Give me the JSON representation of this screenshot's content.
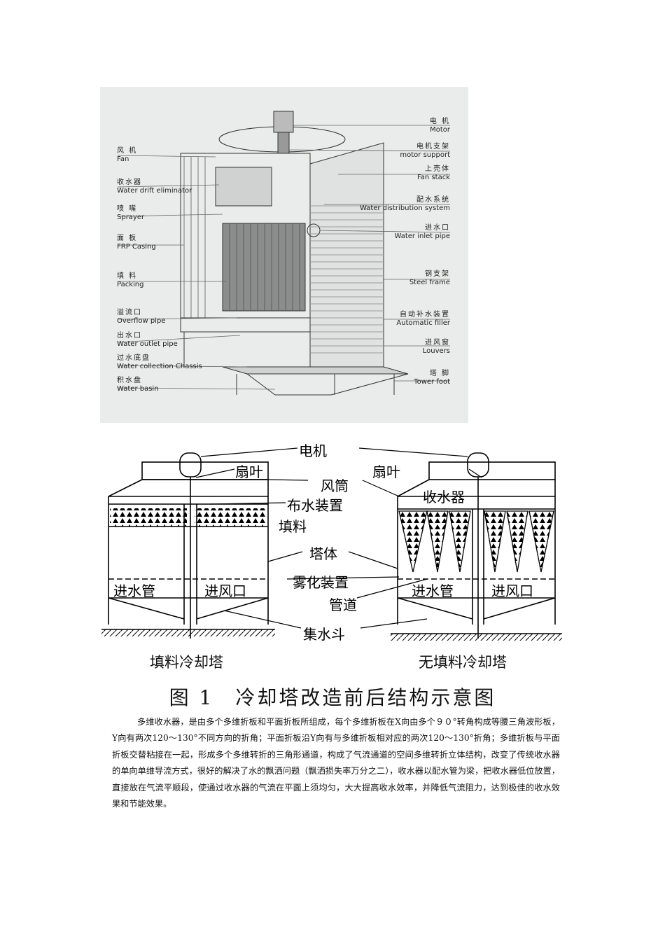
{
  "photo_labels": {
    "left": [
      {
        "zh": "风 机",
        "en": "Fan"
      },
      {
        "zh": "收水器",
        "en": "Water drift eliminator"
      },
      {
        "zh": "喷 嘴",
        "en": "Sprayer"
      },
      {
        "zh": "面 板",
        "en": "FRP Casing"
      },
      {
        "zh": "填 料",
        "en": "Packing"
      },
      {
        "zh": "溢流口",
        "en": "Overflow pipe"
      },
      {
        "zh": "出水口",
        "en": "Water outlet pipe"
      },
      {
        "zh": "过水底盘",
        "en": "Water collection Chassis"
      },
      {
        "zh": "积水盘",
        "en": "Water basin"
      }
    ],
    "right": [
      {
        "zh": "电 机",
        "en": "Motor"
      },
      {
        "zh": "电机支架",
        "en": "motor support"
      },
      {
        "zh": "上壳体",
        "en": "Fan stack"
      },
      {
        "zh": "配水系统",
        "en": "Water distribution system"
      },
      {
        "zh": "进水口",
        "en": "Water inlet pipe"
      },
      {
        "zh": "钢支架",
        "en": "Steel frame"
      },
      {
        "zh": "自动补水装置",
        "en": "Automatic filler"
      },
      {
        "zh": "进风窗",
        "en": "Louvers"
      },
      {
        "zh": "塔 脚",
        "en": "Tower foot"
      }
    ]
  },
  "diagram_labels": {
    "motor": "电机",
    "fan_left": "扇叶",
    "fan_right": "扇叶",
    "stack": "风筒",
    "distributor": "布水装置",
    "eliminator": "收水器",
    "packing": "填料",
    "tower": "塔体",
    "atomizer": "雾化装置",
    "pipe": "管道",
    "inlet_left": "进水管",
    "air_left": "进风口",
    "inlet_right": "进水管",
    "air_right": "进风口",
    "collector": "集水斗"
  },
  "captions": {
    "left": "填料冷却塔",
    "right": "无填料冷却塔"
  },
  "figure_title": "图 1　冷却塔改造前后结构示意图",
  "paragraph": "多维收水器，是由多个多维折板和平面折板所组成，每个多维折板在X向由多个９０°转角构成等腰三角波形板，Y向有两次120～130°不同方向的折角；平面折板沿Y向有与多维折板相对应的两次120～130°折角；多维折板与平面折板交替粘接在一起，形成多个多维转折的三角形通道，构成了气流通道的空间多维转折立体结构，改变了传统收水器的单向单维导流方式，很好的解决了水的飘洒问题（飘洒损失率万分之二），收水器以配水管为梁，把收水器低位放置，直接放在气流平顺段，使通过收水器的气流在平面上须均匀，大大提高收水效率，并降低气流阻力，达到极佳的收水效果和节能效果。"
}
